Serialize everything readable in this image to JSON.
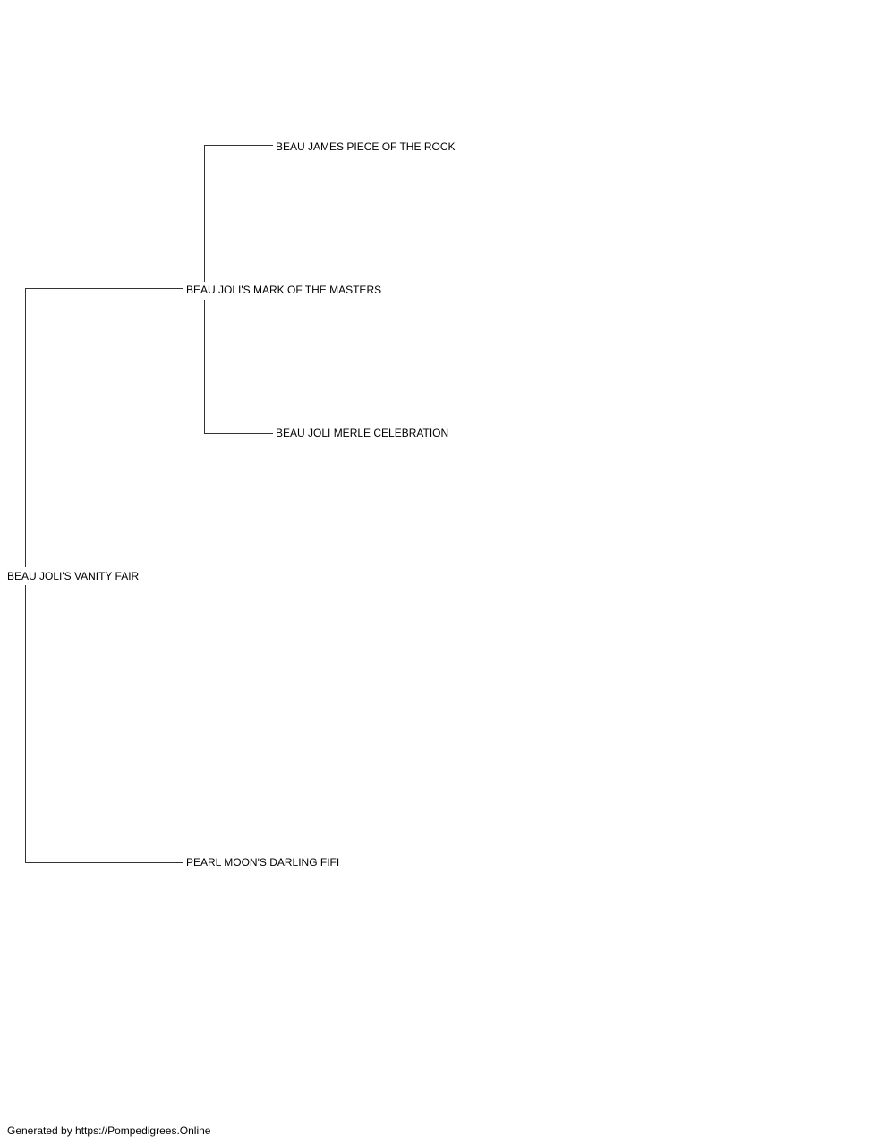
{
  "pedigree": {
    "subject": "BEAU JOLI'S VANITY FAIR",
    "sire": "BEAU JOLI'S MARK OF THE MASTERS",
    "dam": "PEARL MOON'S DARLING FIFI",
    "sire_sire": "BEAU JAMES PIECE OF THE ROCK",
    "sire_dam": "BEAU JOLI MERLE CELEBRATION"
  },
  "footer": {
    "text": "Generated by https://Pompedigrees.Online"
  },
  "colors": {
    "line": "#333333",
    "text": "#000000",
    "background": "#ffffff"
  }
}
